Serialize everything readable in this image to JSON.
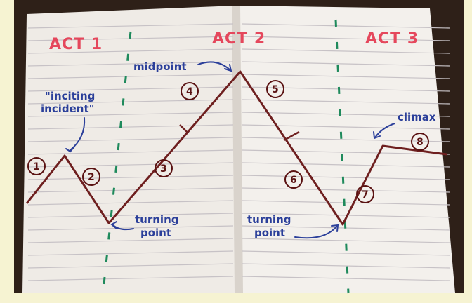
{
  "acts": {
    "act1": "ACT 1",
    "act2": "ACT 2",
    "act3": "ACT 3"
  },
  "annotations": {
    "inciting_line1": "\"inciting",
    "inciting_line2": "incident\"",
    "midpoint": "midpoint",
    "turning1_line1": "turning",
    "turning1_line2": "point",
    "turning2_line1": "turning",
    "turning2_line2": "point",
    "climax": "climax"
  },
  "beats": [
    "1",
    "2",
    "3",
    "4",
    "5",
    "6",
    "7",
    "8"
  ],
  "colors": {
    "act_text": "#e5475c",
    "annotation_text": "#2b3f9a",
    "story_line": "#6e1f1f",
    "act_divider": "#1f8a5c",
    "paper": "#f4f0ea",
    "ruled_line": "#c7c2c6"
  }
}
